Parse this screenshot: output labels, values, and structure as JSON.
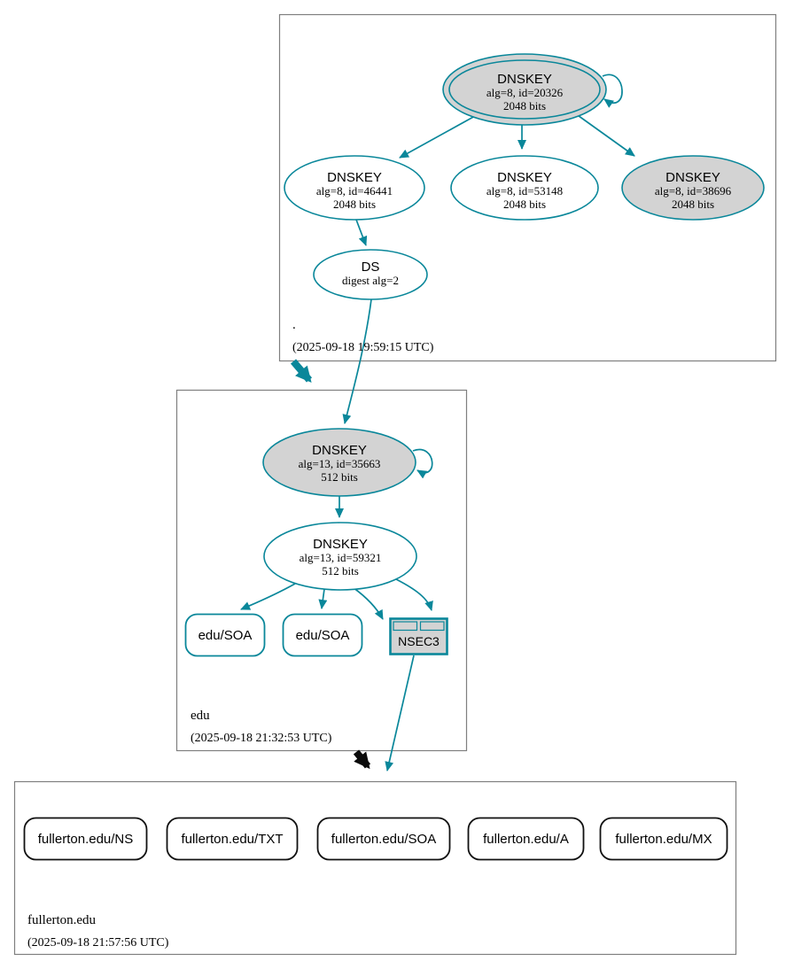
{
  "colors": {
    "accent_teal": "#0a879a",
    "sep_key_fill": "#d3d3d3",
    "zone_box_border": "#7f7f7f",
    "rrset_border": "#111111",
    "black_arrow": "#0b0b0b"
  },
  "zones": {
    "root": {
      "label": ".",
      "timestamp": "(2025-09-18 19:59:15 UTC)"
    },
    "edu": {
      "label": "edu",
      "timestamp": "(2025-09-18 21:32:53 UTC)"
    },
    "fullerton": {
      "label": "fullerton.edu",
      "timestamp": "(2025-09-18 21:57:56 UTC)"
    }
  },
  "nodes": {
    "ksk_root": {
      "title": "DNSKEY",
      "detail1": "alg=8, id=20326",
      "detail2": "2048 bits"
    },
    "zsk_46441": {
      "title": "DNSKEY",
      "detail1": "alg=8, id=46441",
      "detail2": "2048 bits"
    },
    "zsk_53148": {
      "title": "DNSKEY",
      "detail1": "alg=8, id=53148",
      "detail2": "2048 bits"
    },
    "ksk_38696": {
      "title": "DNSKEY",
      "detail1": "alg=8, id=38696",
      "detail2": "2048 bits"
    },
    "ds_root": {
      "title": "DS",
      "detail1": "digest alg=2"
    },
    "ksk_edu": {
      "title": "DNSKEY",
      "detail1": "alg=13, id=35663",
      "detail2": "512 bits"
    },
    "zsk_edu": {
      "title": "DNSKEY",
      "detail1": "alg=13, id=59321",
      "detail2": "512 bits"
    },
    "nsec3": {
      "label": "NSEC3"
    },
    "edu_soa_1": {
      "label": "edu/SOA"
    },
    "edu_soa_2": {
      "label": "edu/SOA"
    },
    "fullerton_ns": {
      "label": "fullerton.edu/NS"
    },
    "fullerton_txt": {
      "label": "fullerton.edu/TXT"
    },
    "fullerton_soa": {
      "label": "fullerton.edu/SOA"
    },
    "fullerton_a": {
      "label": "fullerton.edu/A"
    },
    "fullerton_mx": {
      "label": "fullerton.edu/MX"
    }
  }
}
